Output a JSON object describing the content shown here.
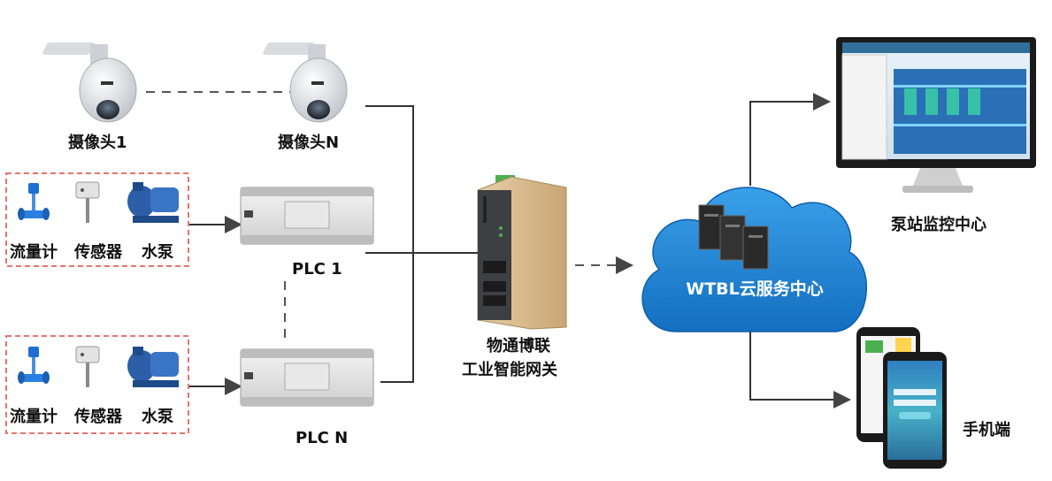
{
  "cameras": [
    {
      "label": "摄像头1"
    },
    {
      "label": "摄像头N"
    }
  ],
  "field_groups": [
    {
      "items": [
        "流量计",
        "传感器",
        "水泵"
      ]
    },
    {
      "items": [
        "流量计",
        "传感器",
        "水泵"
      ]
    }
  ],
  "plcs": [
    {
      "label": "PLC 1"
    },
    {
      "label": "PLC N"
    }
  ],
  "gateway": {
    "line1": "物通博联",
    "line2": "工业智能网关"
  },
  "cloud": {
    "label": "WTBL云服务中心"
  },
  "monitor": {
    "label": "泵站监控中心"
  },
  "mobile": {
    "label": "手机端"
  },
  "colors": {
    "cloud_blue": "#1e86d6",
    "dash_red": "#e0453f",
    "line_dark": "#333333",
    "gateway_body": "#d9b98c"
  }
}
